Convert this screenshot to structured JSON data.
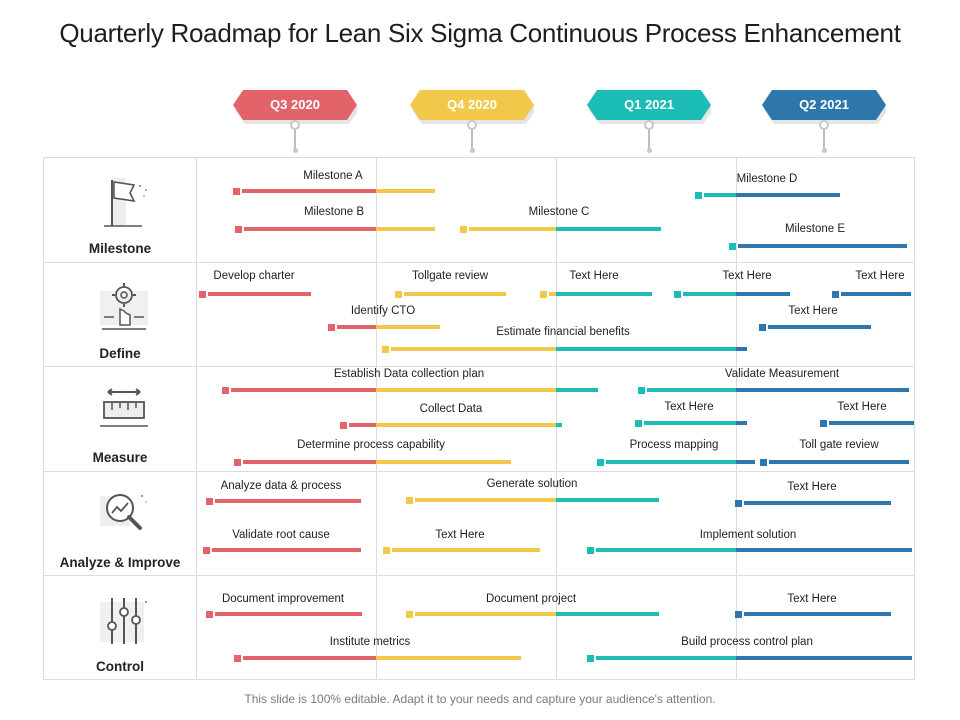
{
  "title": "Quarterly Roadmap for Lean Six Sigma Continuous Process Enhancement",
  "footer": "This slide is 100% editable. Adapt it to your needs and capture your audience's attention.",
  "colors": {
    "red": "#e3636b",
    "yellow": "#f2c84b",
    "teal": "#1cbdb5",
    "blue": "#2e77ad"
  },
  "quarters": [
    {
      "label": "Q3 2020",
      "color": "#e3636b"
    },
    {
      "label": "Q4 2020",
      "color": "#f2c84b"
    },
    {
      "label": "Q1 2021",
      "color": "#1cbdb5"
    },
    {
      "label": "Q2 2021",
      "color": "#2e77ad"
    }
  ],
  "rows": [
    {
      "label": "Milestone",
      "icon": "flag-icon"
    },
    {
      "label": "Define",
      "icon": "gear-hand-icon"
    },
    {
      "label": "Measure",
      "icon": "ruler-icon"
    },
    {
      "label": "Analyze & Improve",
      "icon": "magnifier-chart-icon"
    },
    {
      "label": "Control",
      "icon": "sliders-icon"
    }
  ],
  "tasks": [
    {
      "label": "Milestone A"
    },
    {
      "label": "Milestone B"
    },
    {
      "label": "Milestone C"
    },
    {
      "label": "Milestone D"
    },
    {
      "label": "Milestone E"
    },
    {
      "label": "Develop charter"
    },
    {
      "label": "Tollgate review"
    },
    {
      "label": "Text Here"
    },
    {
      "label": "Text Here"
    },
    {
      "label": "Text Here"
    },
    {
      "label": "Identify CTO"
    },
    {
      "label": "Text Here"
    },
    {
      "label": "Estimate financial benefits"
    },
    {
      "label": "Establish Data collection plan"
    },
    {
      "label": "Validate Measurement"
    },
    {
      "label": "Collect Data"
    },
    {
      "label": "Text Here"
    },
    {
      "label": "Text Here"
    },
    {
      "label": "Determine process capability"
    },
    {
      "label": "Process mapping"
    },
    {
      "label": "Toll gate review"
    },
    {
      "label": "Analyze  data & process"
    },
    {
      "label": "Generate solution"
    },
    {
      "label": "Text Here"
    },
    {
      "label": "Validate root cause"
    },
    {
      "label": "Text Here"
    },
    {
      "label": "Implement solution"
    },
    {
      "label": "Document improvement"
    },
    {
      "label": "Document project"
    },
    {
      "label": "Text Here"
    },
    {
      "label": "Institute metrics"
    },
    {
      "label": "Build process control plan"
    }
  ]
}
